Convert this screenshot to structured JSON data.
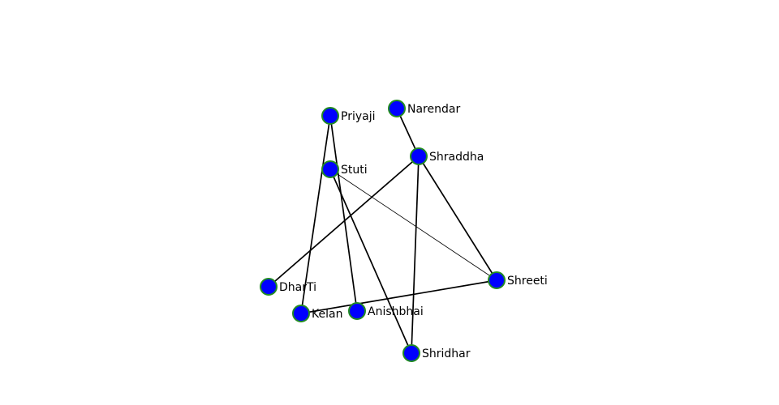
{
  "graph": {
    "node_fill": "#0000ff",
    "node_stroke": "#228b22",
    "edge_color": "#000000",
    "nodes": [
      {
        "id": "Priyaji",
        "label": "Priyaji"
      },
      {
        "id": "Narendar",
        "label": "Narendar"
      },
      {
        "id": "Shraddha",
        "label": "Shraddha"
      },
      {
        "id": "Stuti",
        "label": "Stuti"
      },
      {
        "id": "DharTi",
        "label": "DharTi"
      },
      {
        "id": "Kelan",
        "label": "Kelan"
      },
      {
        "id": "Anishbhai",
        "label": "Anishbhai"
      },
      {
        "id": "Shreeti",
        "label": "Shreeti"
      },
      {
        "id": "Shridhar",
        "label": "Shridhar"
      }
    ],
    "edges": [
      {
        "source": "Priyaji",
        "target": "Kelan",
        "weight": 2
      },
      {
        "source": "Priyaji",
        "target": "Anishbhai",
        "weight": 2
      },
      {
        "source": "Stuti",
        "target": "Shridhar",
        "weight": 2
      },
      {
        "source": "Stuti",
        "target": "Shreeti",
        "weight": 1
      },
      {
        "source": "Narendar",
        "target": "Shraddha",
        "weight": 2
      },
      {
        "source": "Shraddha",
        "target": "DharTi",
        "weight": 2
      },
      {
        "source": "Shraddha",
        "target": "Shridhar",
        "weight": 2
      },
      {
        "source": "Shraddha",
        "target": "Shreeti",
        "weight": 2
      },
      {
        "source": "Kelan",
        "target": "Shreeti",
        "weight": 2
      }
    ]
  }
}
